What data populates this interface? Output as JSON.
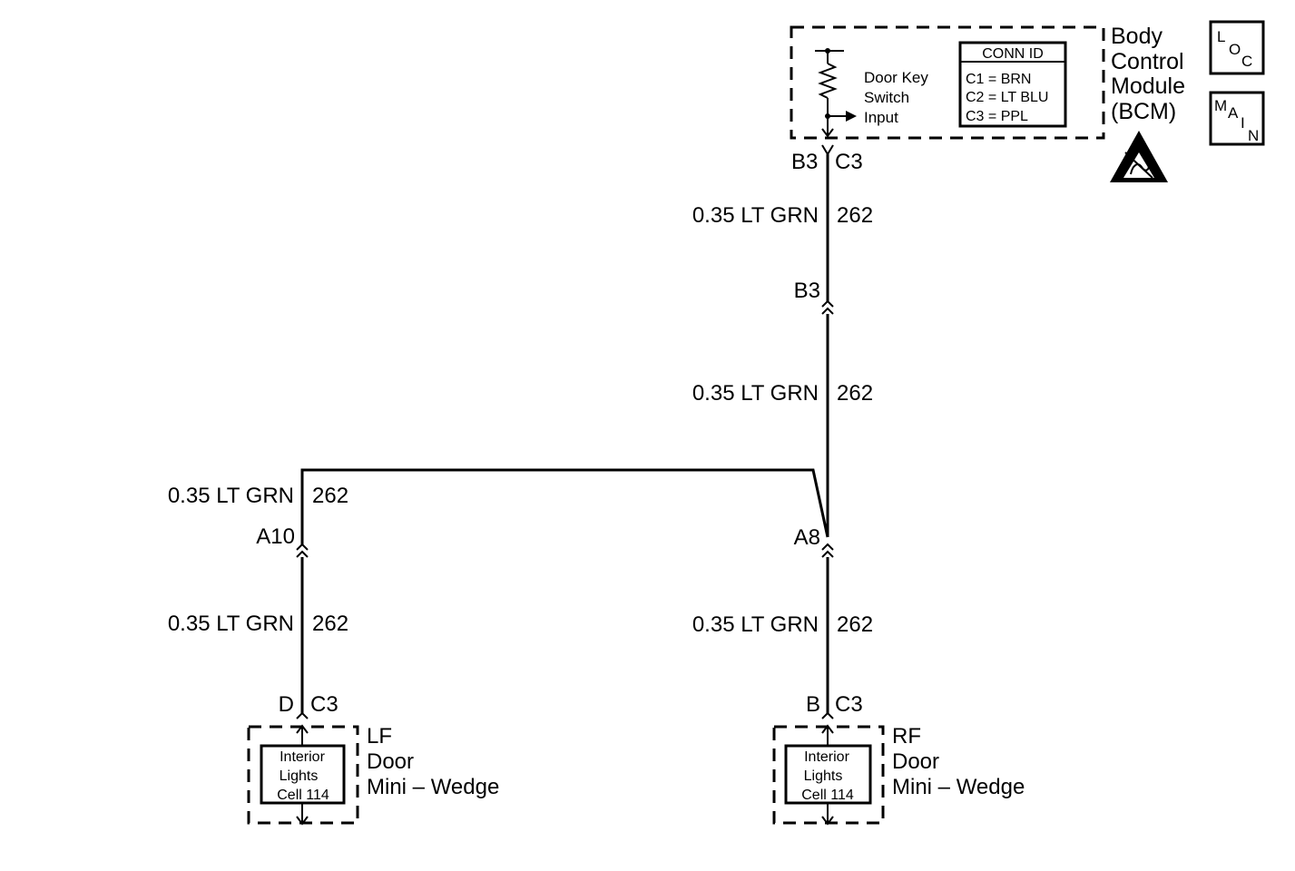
{
  "bcm": {
    "title_line1": "Body",
    "title_line2": "Control",
    "title_line3": "Module",
    "title_line4": "(BCM)",
    "input_line1": "Door Key",
    "input_line2": "Switch",
    "input_line3": "Input",
    "conn_id_header": "CONN ID",
    "conn_c1": "C1 = BRN",
    "conn_c2": "C2 = LT BLU",
    "conn_c3": "C3 = PPL",
    "pin": "B3",
    "connector": "C3"
  },
  "legend": {
    "loc_l": "L",
    "loc_o": "O",
    "loc_c": "C",
    "main_m": "M",
    "main_a": "A",
    "main_i": "I",
    "main_n": "N"
  },
  "wires": {
    "w1_gauge": "0.35 LT GRN",
    "w1_circuit": "262",
    "w2_gauge": "0.35 LT GRN",
    "w2_circuit": "262",
    "w3_gauge": "0.35 LT GRN",
    "w3_circuit": "262",
    "w4_gauge": "0.35 LT GRN",
    "w4_circuit": "262",
    "w5_gauge": "0.35 LT GRN",
    "w5_circuit": "262"
  },
  "inline_connectors": {
    "b3": "B3",
    "a8": "A8",
    "a10": "A10"
  },
  "lf_door": {
    "pin": "D",
    "connector": "C3",
    "name_line1": "LF",
    "name_line2": "Door",
    "name_line3": "Mini – Wedge",
    "ref_line1": "Interior",
    "ref_line2": "Lights",
    "ref_line3": "Cell 114"
  },
  "rf_door": {
    "pin": "B",
    "connector": "C3",
    "name_line1": "RF",
    "name_line2": "Door",
    "name_line3": "Mini – Wedge",
    "ref_line1": "Interior",
    "ref_line2": "Lights",
    "ref_line3": "Cell 114"
  }
}
